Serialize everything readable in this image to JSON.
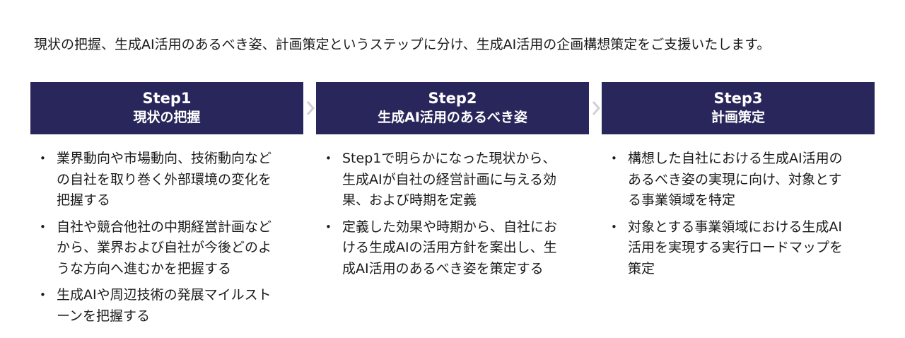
{
  "intro": "現状の把握、生成AI活用のあるべき姿、計画策定というステップに分け、生成AI活用の企画構想策定をご支援いたします。",
  "colors": {
    "header_bg": "#28265a",
    "chevron": "#d0d0d8"
  },
  "steps": [
    {
      "step_no": "Step1",
      "title": "現状の把握",
      "bullets": [
        "業界動向や市場動向、技術動向などの自社を取り巻く外部環境の変化を把握する",
        "自社や競合他社の中期経営計画などから、業界および自社が今後どのような方向へ進むかを把握する",
        "生成AIや周辺技術の発展マイルストーンを把握する"
      ]
    },
    {
      "step_no": "Step2",
      "title": "生成AI活用のあるべき姿",
      "bullets": [
        "Step1で明らかになった現状から、生成AIが自社の経営計画に与える効果、および時期を定義",
        "定義した効果や時期から、自社における生成AIの活用方針を案出し、生成AI活用のあるべき姿を策定する"
      ]
    },
    {
      "step_no": "Step3",
      "title": "計画策定",
      "bullets": [
        "構想した自社における生成AI活用のあるべき姿の実現に向け、対象とする事業領域を特定",
        "対象とする事業領域における生成AI活用を実現する実行ロードマップを策定"
      ]
    }
  ]
}
